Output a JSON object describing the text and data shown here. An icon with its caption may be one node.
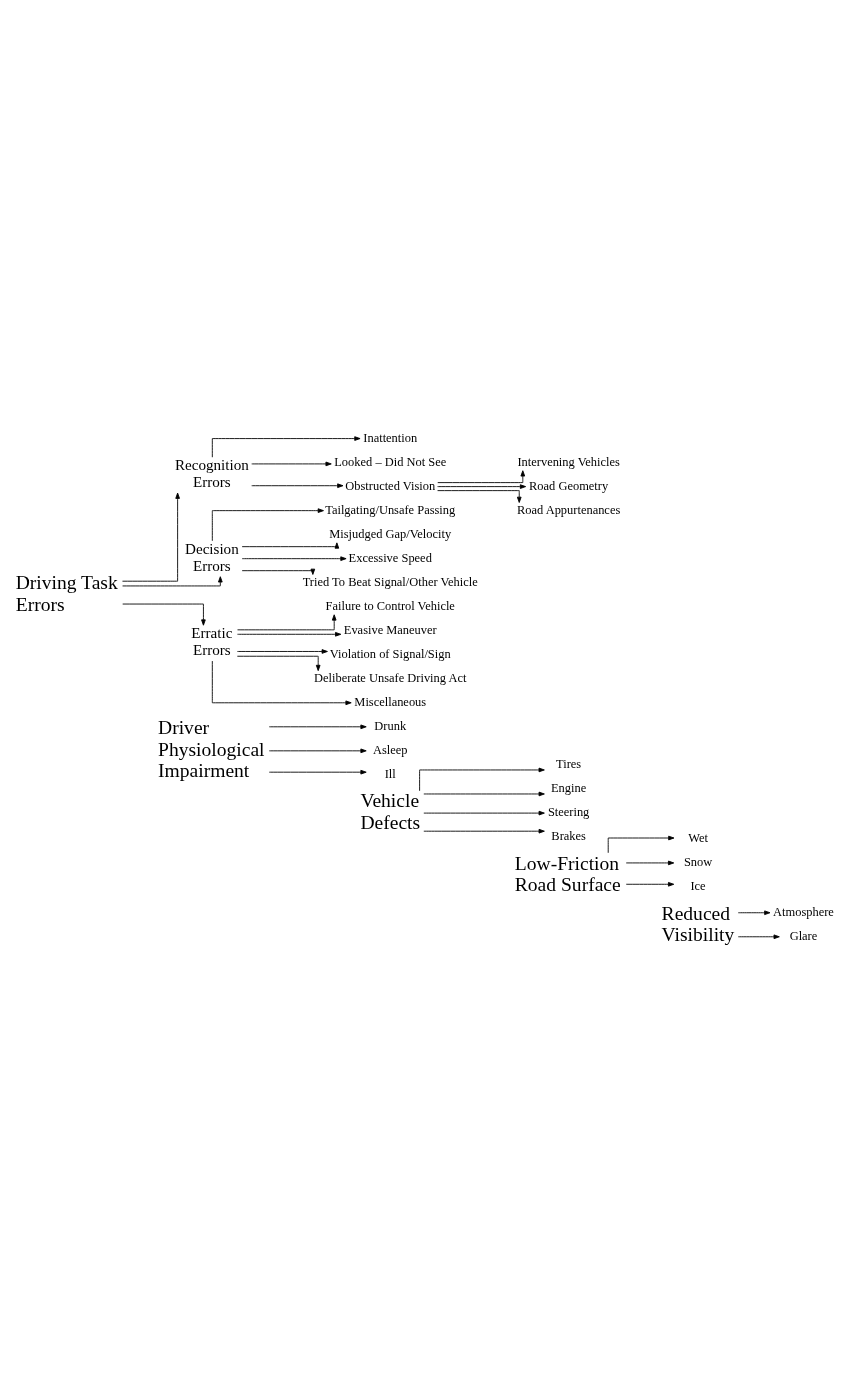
{
  "diagram": {
    "nodes": [
      {
        "text": [
          "Driving Task Errors"
        ]
      },
      {
        "text": [
          "Recognition Errors"
        ]
      },
      {
        "text": [
          "Inattention"
        ]
      },
      {
        "text": [
          "Looked – Did Not See"
        ]
      },
      {
        "text": [
          "Obstructed Vision"
        ]
      },
      {
        "text": [
          "Intervening Vehicles"
        ]
      },
      {
        "text": [
          "Road Geometry"
        ]
      },
      {
        "text": [
          "Road Appurtenances"
        ]
      },
      {
        "text": [
          "Decision Errors"
        ]
      },
      {
        "text": [
          "Tailgating/Unsafe Passing"
        ]
      },
      {
        "text": [
          "Misjudged Gap/Velocity"
        ]
      },
      {
        "text": [
          "Excessive Speed"
        ]
      },
      {
        "text": [
          "Tried To Beat Signal/Other Vehicle"
        ]
      },
      {
        "text": [
          "Erratic Errors"
        ]
      },
      {
        "text": [
          "Failure to Control Vehicle"
        ]
      },
      {
        "text": [
          "Evasive Maneuver"
        ]
      },
      {
        "text": [
          "Violation of Signal/Sign"
        ]
      },
      {
        "text": [
          "Deliberate Unsafe Driving Act"
        ]
      },
      {
        "text": [
          "Miscellaneous"
        ]
      },
      {
        "text": [
          "Driver Physiological Impairment"
        ]
      },
      {
        "text": [
          "Drunk"
        ]
      },
      {
        "text": [
          "Asleep"
        ]
      },
      {
        "text": [
          "Ill"
        ]
      },
      {
        "text": [
          "Vehicle Defects"
        ]
      },
      {
        "text": [
          "Tires"
        ]
      },
      {
        "text": [
          "Engine"
        ]
      },
      {
        "text": [
          "Steering"
        ]
      },
      {
        "text": [
          "Brakes"
        ]
      },
      {
        "text": [
          "Low-Friction Road Surface"
        ]
      },
      {
        "text": [
          "Wet"
        ]
      },
      {
        "text": [
          "Snow"
        ]
      },
      {
        "text": [
          "Ice"
        ]
      },
      {
        "text": [
          "Reduced Visibility"
        ]
      },
      {
        "text": [
          "Atmosphere"
        ]
      },
      {
        "text": [
          "Glare"
        ]
      }
    ],
    "edges": [
      {
        "from": 0,
        "to": 1,
        "arrow": "to"
      },
      {
        "from": 0,
        "to": 8,
        "arrow": "to"
      },
      {
        "from": 0,
        "to": 13,
        "arrow": "to"
      },
      {
        "from": 1,
        "to": 2,
        "arrow": "to"
      },
      {
        "from": 1,
        "to": 3,
        "arrow": "to"
      },
      {
        "from": 1,
        "to": 4,
        "arrow": "to"
      },
      {
        "from": 4,
        "to": 5,
        "arrow": "to"
      },
      {
        "from": 4,
        "to": 6,
        "arrow": "to"
      },
      {
        "from": 4,
        "to": 7,
        "arrow": "to"
      },
      {
        "from": 8,
        "to": 9,
        "arrow": "to"
      },
      {
        "from": 8,
        "to": 10,
        "arrow": "to"
      },
      {
        "from": 8,
        "to": 11,
        "arrow": "to"
      },
      {
        "from": 8,
        "to": 12,
        "arrow": "to"
      },
      {
        "from": 13,
        "to": 14,
        "arrow": "to"
      },
      {
        "from": 13,
        "to": 15,
        "arrow": "to"
      },
      {
        "from": 13,
        "to": 16,
        "arrow": "to"
      },
      {
        "from": 13,
        "to": 17,
        "arrow": "to"
      },
      {
        "from": 13,
        "to": 18,
        "arrow": "to"
      },
      {
        "from": 19,
        "to": 20,
        "arrow": "to"
      },
      {
        "from": 19,
        "to": 21,
        "arrow": "to"
      },
      {
        "from": 19,
        "to": 22,
        "arrow": "to"
      },
      {
        "from": 23,
        "to": 24,
        "arrow": "to"
      },
      {
        "from": 23,
        "to": 25,
        "arrow": "to"
      },
      {
        "from": 23,
        "to": 26,
        "arrow": "to"
      },
      {
        "from": 23,
        "to": 27,
        "arrow": "to"
      },
      {
        "from": 28,
        "to": 29,
        "arrow": "to"
      },
      {
        "from": 28,
        "to": 30,
        "arrow": "to"
      },
      {
        "from": 28,
        "to": 31,
        "arrow": "to"
      },
      {
        "from": 32,
        "to": 33,
        "arrow": "to"
      },
      {
        "from": 32,
        "to": 34,
        "arrow": "to"
      }
    ]
  }
}
